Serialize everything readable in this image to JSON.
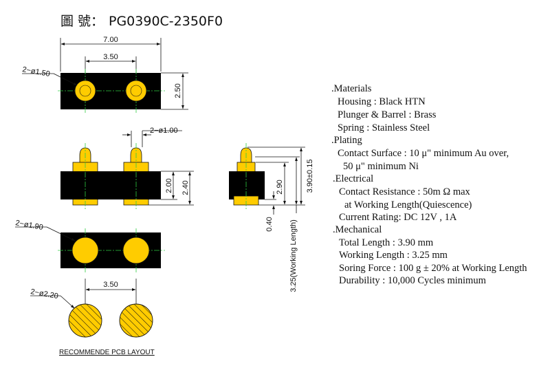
{
  "title": {
    "label": "圖 號：",
    "part_number": "PG0390C-2350F0"
  },
  "dimensions": {
    "overall_width": "7.00",
    "pitch_top": "3.50",
    "hole_dia": "2−ø1.50",
    "body_height": "2.50",
    "tip_dia": "2−ø1.00",
    "height_2_00": "2.00",
    "height_2_40": "2.40",
    "side_2_90": "2.90",
    "side_total": "3.90±0.15",
    "side_0_40": "0.40",
    "working_length": "3.25(Working  Length)",
    "bottom_dia": "2−ø1.90",
    "pcb_pitch": "3.50",
    "pcb_dia": "2−ø2.20",
    "pcb_caption": "RECOMMENDE PCB LAYOUT"
  },
  "colors": {
    "body": "#000000",
    "contact": "#ffcc00",
    "centerline": "#2ecc40"
  },
  "specs": {
    "materials_heading": ".Materials",
    "housing": "Housing : Black HTN",
    "plunger": "Plunger & Barrel : Brass",
    "spring": "Spring : Stainless Steel",
    "plating_heading": ".Plating",
    "contact_surface": "Contact Surface : 10 μ\" minimum Au over,",
    "ni_line": "50 μ\" minimum   Ni",
    "electrical_heading": ".Electrical",
    "contact_resistance": "Contact Resistance : 50m Ω max",
    "working_length_note": "at Working Length(Quiescence)",
    "current_rating": "Current Rating: DC 12V , 1A",
    "mechanical_heading": ".Mechanical",
    "total_length": "Total Length : 3.90 mm",
    "working_length_spec": "Working Length : 3.25 mm",
    "spring_force": "Soring Force : 100 g ± 20% at Working Length",
    "durability": "Durability : 10,000 Cycles minimum"
  }
}
